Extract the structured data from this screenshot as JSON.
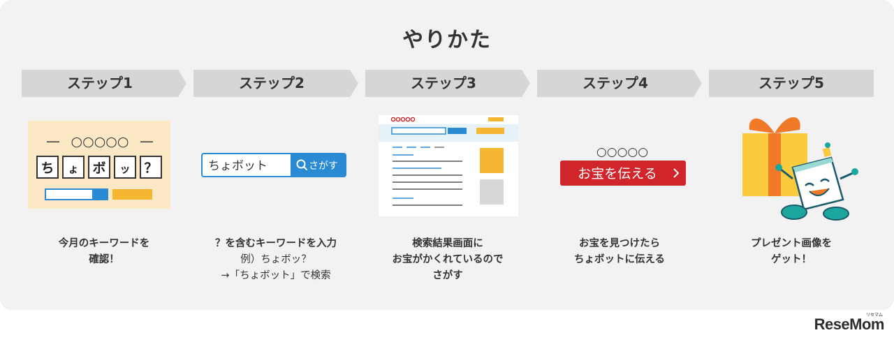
{
  "title": "やりかた",
  "steps": [
    {
      "label": "ステップ1",
      "desc": [
        "今月のキーワードを",
        "確認！"
      ]
    },
    {
      "label": "ステップ2",
      "desc": [
        "？を含むキーワードを入力"
      ],
      "example": [
        "例）ちょボッ？",
        "→「ちょボット」で検索"
      ]
    },
    {
      "label": "ステップ3",
      "desc": [
        "検索結果画面に",
        "お宝がかくれているので",
        "さがす"
      ]
    },
    {
      "label": "ステップ4",
      "desc": [
        "お宝を見つけたら",
        "ちょボットに伝える"
      ]
    },
    {
      "label": "ステップ5",
      "desc": [
        "プレゼント画像を",
        "ゲット！"
      ]
    }
  ],
  "step1": {
    "dash": "—",
    "circles": "○○○○○",
    "tiles": [
      "ち",
      "ょ",
      "ボ",
      "ッ",
      "？"
    ]
  },
  "step2": {
    "search_value": "ちょボット",
    "search_button": "さがす"
  },
  "step4": {
    "circles": "○○○○○",
    "button": "お宝を伝える"
  },
  "logo": {
    "text": "ReseMom",
    "small": "リセマム"
  },
  "colors": {
    "step_bar": "#d6d6d6",
    "accent_blue": "#2a8ad4",
    "accent_yellow": "#f5b731",
    "red_button": "#d0262b",
    "orange_ribbon": "#f07a28",
    "robot_teal": "#1ba7a0"
  }
}
